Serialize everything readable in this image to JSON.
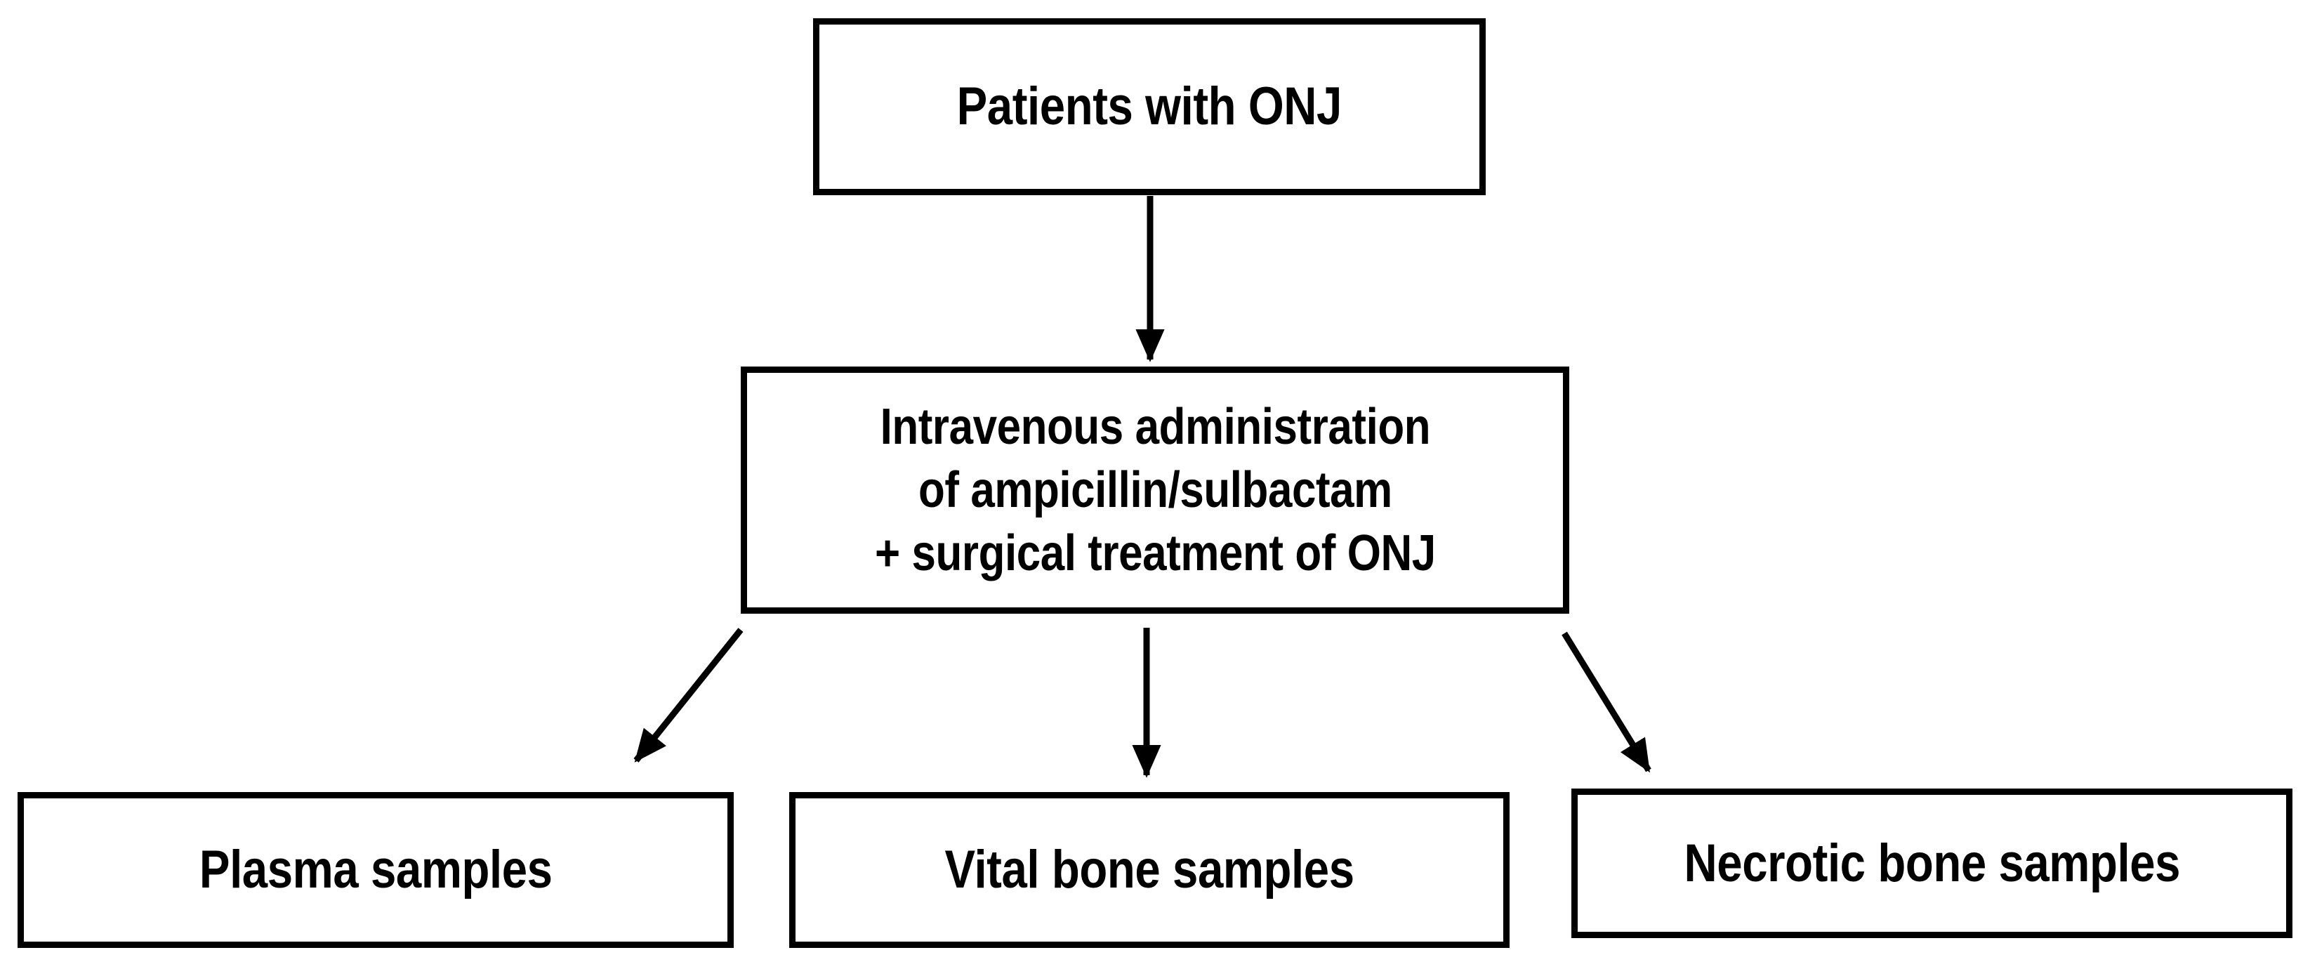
{
  "diagram": {
    "type": "flowchart",
    "orientation": "top-down",
    "background_color": "#ffffff",
    "stroke_color": "#000000",
    "text_color": "#000000",
    "nodes": [
      {
        "id": "root",
        "label": "Patients with ONJ",
        "shape": "rectangle",
        "level": 1
      },
      {
        "id": "treatment",
        "label": "Intravenous administration\nof ampicillin/sulbactam\n+ surgical treatment of ONJ",
        "shape": "rectangle",
        "level": 2
      },
      {
        "id": "plasma",
        "label": "Plasma samples",
        "shape": "rectangle",
        "level": 3
      },
      {
        "id": "vital",
        "label": "Vital bone samples",
        "shape": "rectangle",
        "level": 3
      },
      {
        "id": "necrotic",
        "label": "Necrotic bone samples",
        "shape": "rectangle",
        "level": 3
      }
    ],
    "edges": [
      {
        "id": "root-to-treatment",
        "from": "root",
        "to": "treatment",
        "style": "solid-arrow",
        "direction": "vertical"
      },
      {
        "id": "treatment-to-plasma",
        "from": "treatment",
        "to": "plasma",
        "style": "solid-arrow",
        "direction": "diagonal-left"
      },
      {
        "id": "treatment-to-vital",
        "from": "treatment",
        "to": "vital",
        "style": "solid-arrow",
        "direction": "vertical"
      },
      {
        "id": "treatment-to-necrotic",
        "from": "treatment",
        "to": "necrotic",
        "style": "solid-arrow",
        "direction": "diagonal-right"
      }
    ]
  }
}
